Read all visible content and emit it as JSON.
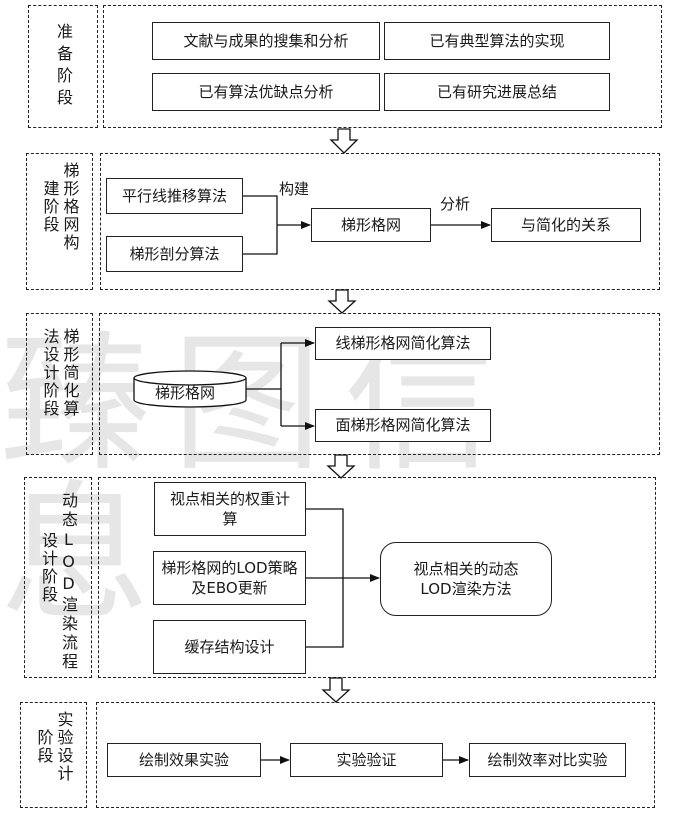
{
  "watermark": {
    "text": "臻图信息"
  },
  "stages": [
    {
      "id": "prep",
      "label_columns": [
        "准备阶段"
      ],
      "nodes": {
        "lit": "文献与成果的搜集和分析",
        "typical": "已有典型算法的实现",
        "pros_cons": "已有算法优缺点分析",
        "summary": "已有研究进展总结"
      }
    },
    {
      "id": "build",
      "label_columns": [
        "梯形格网构",
        "建阶段"
      ],
      "nodes": {
        "parallel": "平行线推移算法",
        "subdivision": "梯形剖分算法",
        "grid": "梯形格网",
        "relation": "与简化的关系"
      },
      "edge_labels": {
        "build": "构建",
        "analyze": "分析"
      }
    },
    {
      "id": "simplify",
      "label_columns": [
        "梯形简化算",
        "法设计阶段"
      ],
      "nodes": {
        "grid_db": "梯形格网",
        "line": "线梯形格网简化算法",
        "face": "面梯形格网简化算法"
      }
    },
    {
      "id": "lod",
      "label_columns": [
        "动态LOD渲染流程",
        "设计阶段"
      ],
      "nodes": {
        "weight": "视点相关的权重计算",
        "strategy": "梯形格网的LOD策略及EBO更新",
        "cache": "缓存结构设计",
        "result": "视点相关的动态LOD渲染方法"
      }
    },
    {
      "id": "experiment",
      "label_columns": [
        "实验设计",
        "阶段"
      ],
      "nodes": {
        "effect": "绘制效果实验",
        "verify": "实验验证",
        "efficiency": "绘制效率对比实验"
      }
    }
  ]
}
